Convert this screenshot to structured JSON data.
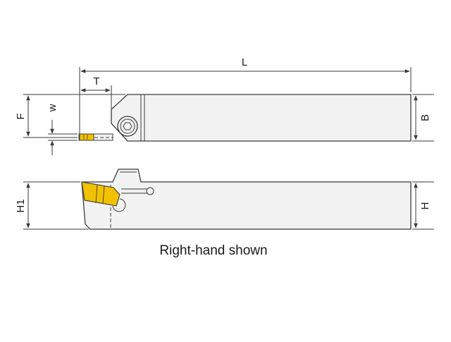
{
  "labels": {
    "L": "L",
    "T": "T",
    "F": "F",
    "w": "w",
    "B": "B",
    "H1": "H1",
    "H": "H"
  },
  "caption": "Right-hand shown",
  "colors": {
    "insert": "#f2c200",
    "body": "#f2f2f2",
    "line": "#3a3a3a"
  }
}
